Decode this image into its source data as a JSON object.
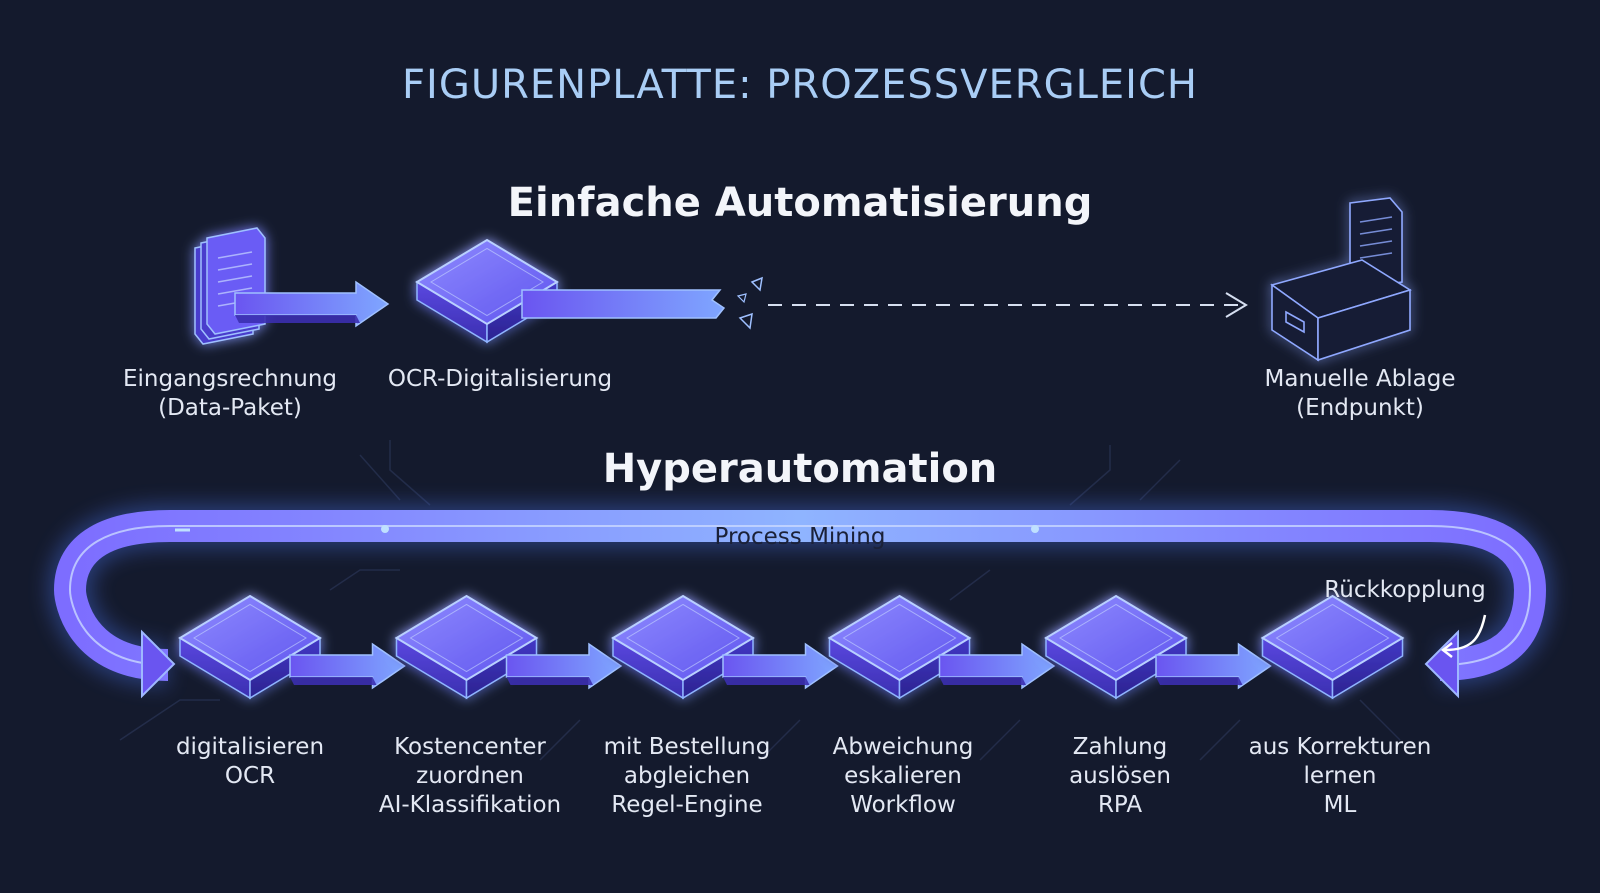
{
  "figure_title": "FIGURENPLATTE: PROZESSVERGLEICH",
  "simple": {
    "title": "Einfache Automatisierung",
    "steps": [
      {
        "label": "Eingangsrechnung\n(Data-Paket)",
        "icon": "document-stack-icon"
      },
      {
        "label": "OCR-Digitalisierung",
        "icon": "cube-icon"
      },
      {
        "label": "Manuelle Ablage\n(Endpunkt)",
        "icon": "file-box-icon"
      }
    ]
  },
  "hyper": {
    "title": "Hyperautomation",
    "loop_label": "Process Mining",
    "feedback_label": "Rückkopplung",
    "steps": [
      {
        "label": "digitalisieren\nOCR",
        "icon": "cube-icon"
      },
      {
        "label": "Kostencenter\nzuordnen\nAI-Klassifikation",
        "icon": "cube-icon"
      },
      {
        "label": "mit Bestellung\nabgleichen\nRegel-Engine",
        "icon": "cube-icon"
      },
      {
        "label": "Abweichung\neskalieren\nWorkflow",
        "icon": "cube-icon"
      },
      {
        "label": "Zahlung\nauslösen\nRPA",
        "icon": "cube-icon"
      },
      {
        "label": "aus Korrekturen\nlernen\nML",
        "icon": "cube-icon"
      }
    ]
  },
  "colors": {
    "background": "#141a2d",
    "accent": "#7b6bff",
    "glow": "#5aa0ff",
    "title": "#a9cdf5"
  }
}
